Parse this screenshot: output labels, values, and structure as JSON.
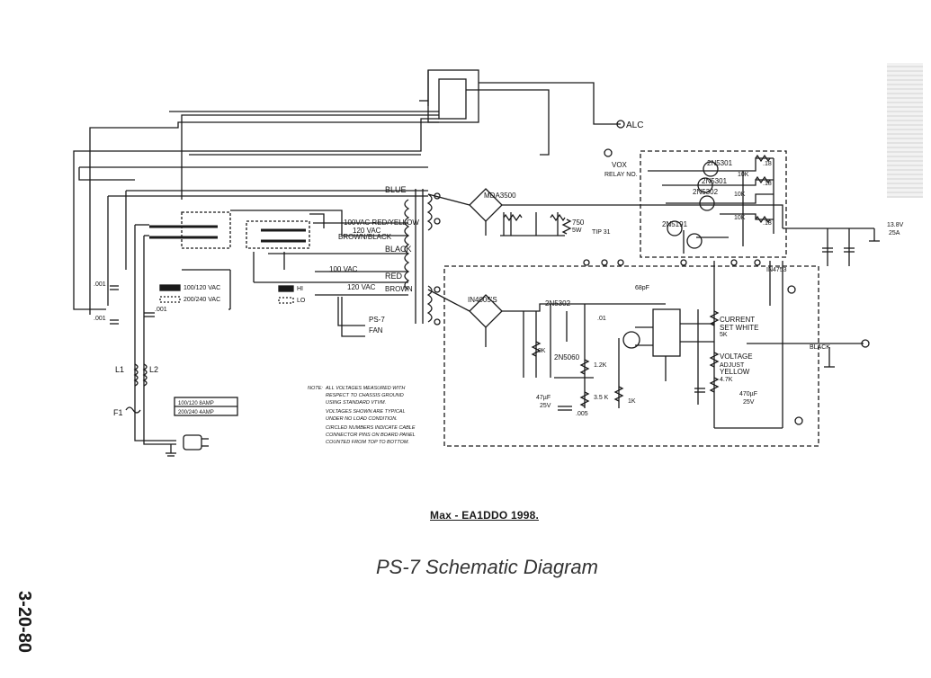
{
  "credit": "Max - EA1DDO 1998.",
  "title": "PS-7 Schematic Diagram",
  "page_number": "3-20-80",
  "labels": {
    "alc": "ALC",
    "vox": "VOX",
    "relay": "RELAY NO.",
    "blue": "BLUE",
    "red_yellow": "100VAC RED/YELLOW",
    "brown_black_120": "120 VAC",
    "brown_black": "BROWN/BLACK",
    "black": "BLACK",
    "vac100": "100 VAC",
    "red": "RED",
    "vac120": "120 VAC",
    "brown": "BROWN",
    "mda": "MDA3500",
    "in4005": "IN4005'S",
    "q2n5301": "2N5301",
    "q2n5301b": "2N5301",
    "q2n5302": "2N5302",
    "q2n5191": "2N5191",
    "q2n5302b": "2N5302",
    "q2n5060": "2N5060",
    "tip": "TIP 31",
    "r750": "750",
    "r750w": "5W",
    "volt_a": "100/120 VAC",
    "volt_b": "200/240 VAC",
    "hi": "HI",
    "lo": "LO",
    "ps7fan1": "PS-7",
    "ps7fan2": "FAN",
    "current": "CURRENT",
    "set_white": "SET WHITE",
    "voltage": "VOLTAGE",
    "adjust": "ADJUST",
    "yellow": "YELLOW",
    "r10k_a": "10K",
    "r10k_b": "10K",
    "r10k_c": "10K",
    "r10k_d": "10K",
    "r18a": ".18",
    "r18b": ".18",
    "r18c": ".18",
    "r12k": "1.2K",
    "r35k": "3.5 K",
    "r47k": "4.7K",
    "r5k": "5K",
    "r1k": "1K",
    "r68pf": "68pF",
    "c47": "47µF",
    "c47v": "25V",
    "c470": "470µF",
    "c470v": "25V",
    "c005": ".005",
    "c01": ".01",
    "c001a": ".001",
    "c001b": ".001",
    "c001c": ".001",
    "l1": "L1",
    "l2": "L2",
    "f1": "F1",
    "fuse_a": "100/120   8AMP",
    "fuse_b": "200/240   4AMP",
    "out_138": "13.8V",
    "out_25a": "25A",
    "black_out": "BLACK",
    "in4753": "IN4753",
    "note_title": "NOTE:",
    "note_lines": [
      "ALL VOLTAGES MEASURED WITH",
      "RESPECT TO CHASSIS GROUND",
      "USING STANDARD VTVM.",
      "VOLTAGES SHOWN ARE TYPICAL",
      "UNDER NO LOAD CONDITION.",
      "CIRCLED NUMBERS INDICATE CABLE",
      "CONNECTOR PINS ON BOARD PANEL",
      "COUNTED FROM TOP TO BOTTOM."
    ]
  },
  "colors": {
    "ink": "#1a1a1a",
    "paper": "#ffffff"
  }
}
